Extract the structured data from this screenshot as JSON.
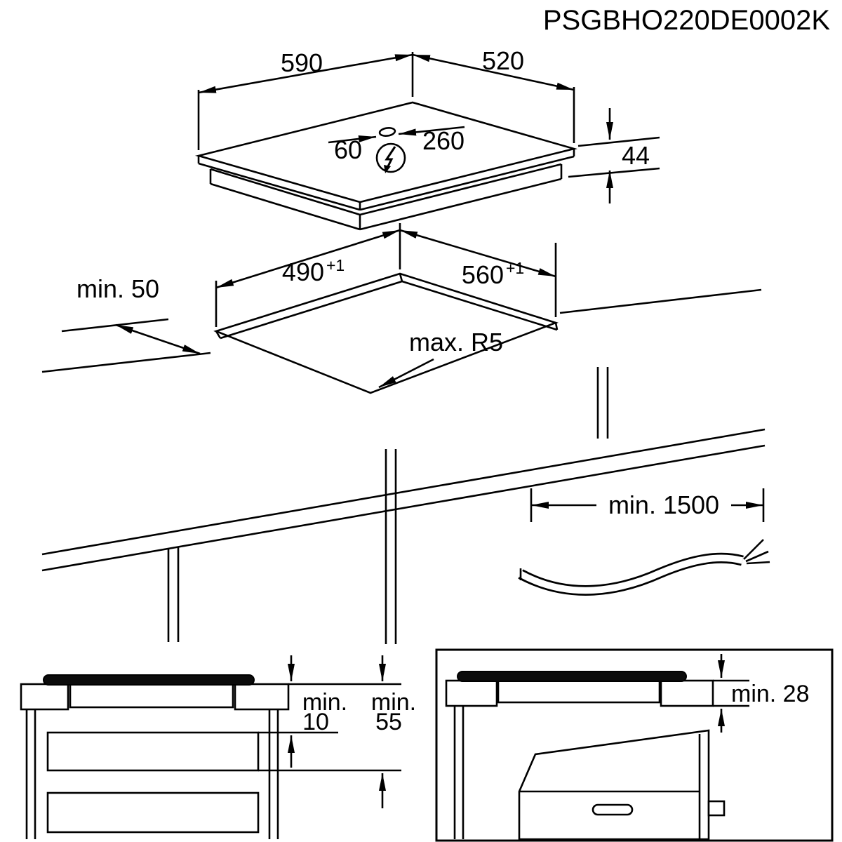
{
  "product_code": "PSGBHO220DE0002K",
  "top_view": {
    "width_mm": "590",
    "depth_mm": "520",
    "outlet_offset_left": "60",
    "outlet_offset_right": "260",
    "height_mm": "44"
  },
  "cutout": {
    "depth_mm": "490",
    "depth_tolerance": "+1",
    "width_mm": "560",
    "width_tolerance": "+1",
    "rear_clearance": "min. 50",
    "corner_radius": "max. R5"
  },
  "cable": {
    "length": "min. 1500"
  },
  "side_view_drawers": {
    "gap_hob_label": "min.",
    "gap_hob_value": "10",
    "gap_drawer_label": "min.",
    "gap_drawer_value": "55"
  },
  "side_view_oven": {
    "clearance": "min. 28"
  }
}
